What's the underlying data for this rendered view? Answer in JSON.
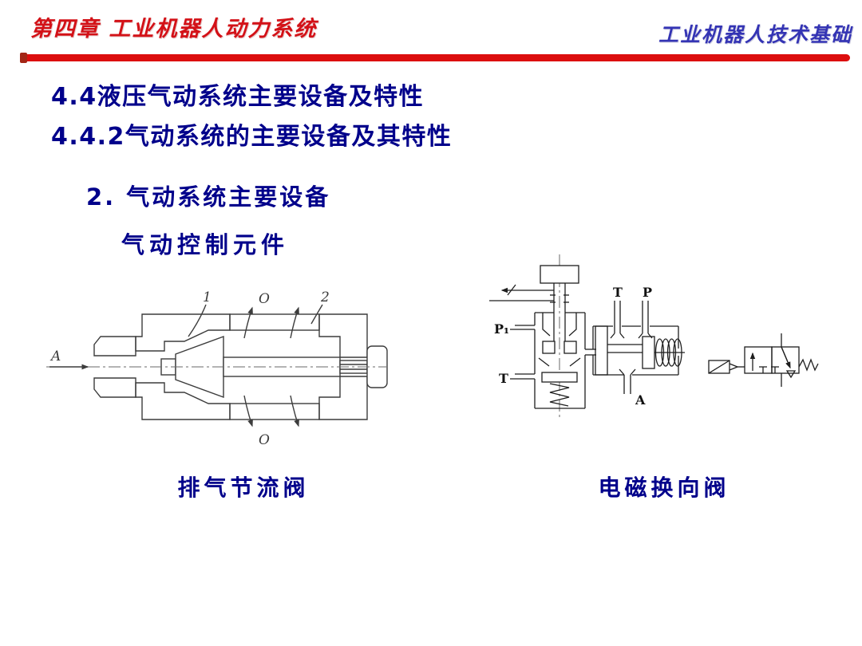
{
  "header": {
    "chapter_title": "第四章 工业机器人动力系统",
    "course_title": "工业机器人技术基础"
  },
  "headings": {
    "section": "4.4液压气动系统主要设备及特性",
    "subsection": "4.4.2气动系统的主要设备及其特性",
    "topic": "2. 气动系统主要设备",
    "subtopic": "气动控制元件"
  },
  "figures": {
    "exhaust_throttle_valve": {
      "caption": "排气节流阀",
      "labels": {
        "inlet": "A",
        "needle": "1",
        "outlet_top": "O",
        "sleeve": "2",
        "outlet_bottom": "O"
      }
    },
    "solenoid_valve": {
      "caption": "电磁换向阀",
      "labels": {
        "pilot_pressure": "P₁",
        "pilot_tank": "T",
        "tank": "T",
        "pressure": "P",
        "work_port": "A"
      }
    }
  },
  "colors": {
    "accent_red": "#dc0e0e",
    "chapter_red": "#d31117",
    "course_blue": "#3434b4",
    "heading_navy": "#00008b"
  }
}
